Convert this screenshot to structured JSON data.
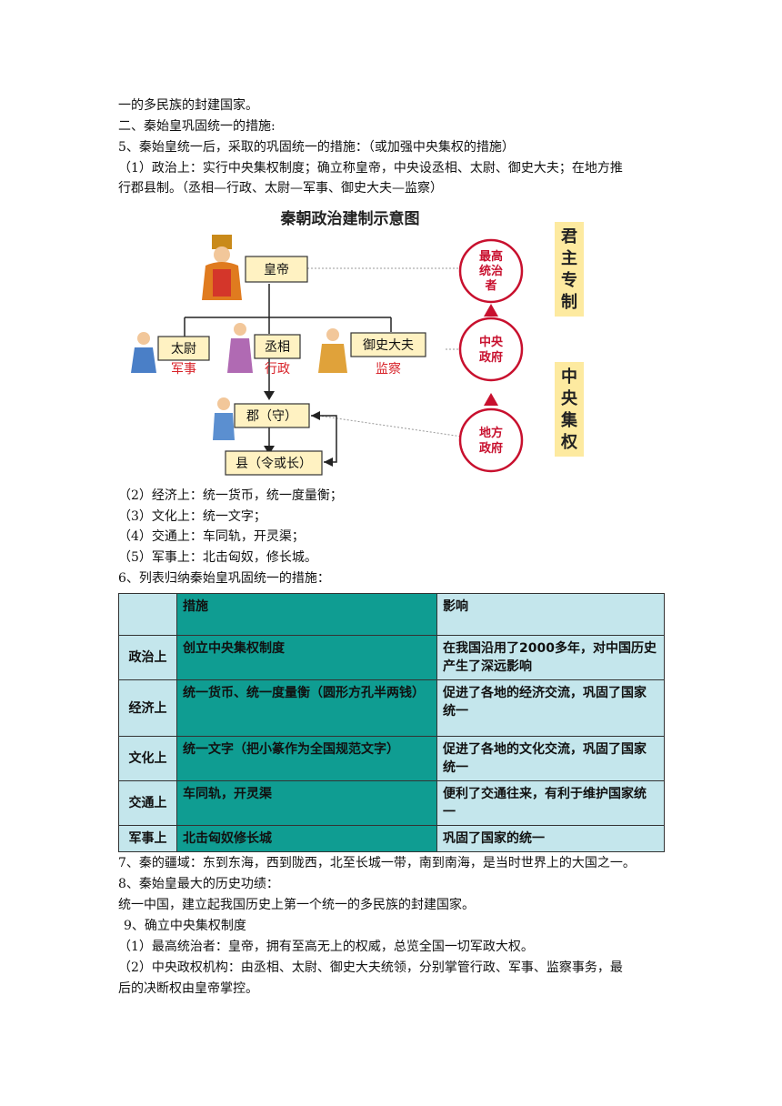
{
  "paragraphs_top": [
    "一的多民族的封建国家。",
    "二、秦始皇巩固统一的措施:",
    "5、秦始皇统一后，采取的巩固统一的措施：（或加强中央集权的措施）",
    "（1）政治上：实行中央集权制度；确立称皇帝，中央设丞相、太尉、御史大夫；在地方推",
    "行郡县制。（丞相—行政、太尉—军事、御史大夫—监察）"
  ],
  "diagram": {
    "title": "秦朝政治建制示意图",
    "emperor": "皇帝",
    "taiwei": "太尉",
    "taiwei_role": "军事",
    "chengxiang": "丞相",
    "chengxiang_role": "行政",
    "yushi": "御史大夫",
    "yushi_role": "监察",
    "jun": "郡（守）",
    "xian": "县（令或长）",
    "circle_top": [
      "最高",
      "统治",
      "者"
    ],
    "circle_mid": [
      "中央",
      "政府"
    ],
    "circle_bot": [
      "地方",
      "政府"
    ],
    "side_top": [
      "君",
      "主",
      "专",
      "制"
    ],
    "side_bot": [
      "中",
      "央",
      "集",
      "权"
    ],
    "colors": {
      "box_fill": "#fff2c2",
      "role_red": "#d8232a",
      "circle_red": "#c8102e",
      "side_fill": "#fdeaa0"
    }
  },
  "paragraphs_mid": [
    "（2）经济上：统一货币，统一度量衡；",
    "（3）文化上：统一文字；",
    "（4）交通上：车同轨，开灵渠；",
    "（5）军事上：北击匈奴，修长城。",
    "6、列表归纳秦始皇巩固统一的措施："
  ],
  "table": {
    "header": [
      "",
      "措施",
      "影响"
    ],
    "rows": [
      {
        "field": "政治上",
        "measure": "创立中央集权制度",
        "impact": "在我国沿用了2000多年，对中国历史产生了深远影响"
      },
      {
        "field": "经济上",
        "measure": "统一货币、统一度量衡（圆形方孔半两钱）",
        "impact": "促进了各地的经济交流，巩固了国家统一"
      },
      {
        "field": "文化上",
        "measure": "统一文字（把小篆作为全国规范文字）",
        "impact": "促进了各地的文化交流，巩固了国家统一"
      },
      {
        "field": "交通上",
        "measure": "车同轨，开灵渠",
        "impact": "便利了交通往来，有利于维护国家统一"
      },
      {
        "field": "军事上",
        "measure": "北击匈奴修长城",
        "impact": "巩固了国家的统一"
      }
    ],
    "colors": {
      "measure_bg": "#0f9d92",
      "light_bg": "#c4e6ec"
    }
  },
  "paragraphs_bottom": [
    "7、秦的疆域：东到东海，西到陇西，北至长城一带，南到南海，是当时世界上的大国之一。",
    "8、秦始皇最大的历史功绩：",
    "统一中国，建立起我国历史上第一个统一的多民族的封建国家。",
    "9、确立中央集权制度",
    "（1）最高统治者：皇帝，拥有至高无上的权威，总览全国一切军政大权。",
    "（2）中央政权机构：由丞相、太尉、御史大夫统领，分别掌管行政、军事、监察事务，最",
    "后的决断权由皇帝掌控。"
  ]
}
